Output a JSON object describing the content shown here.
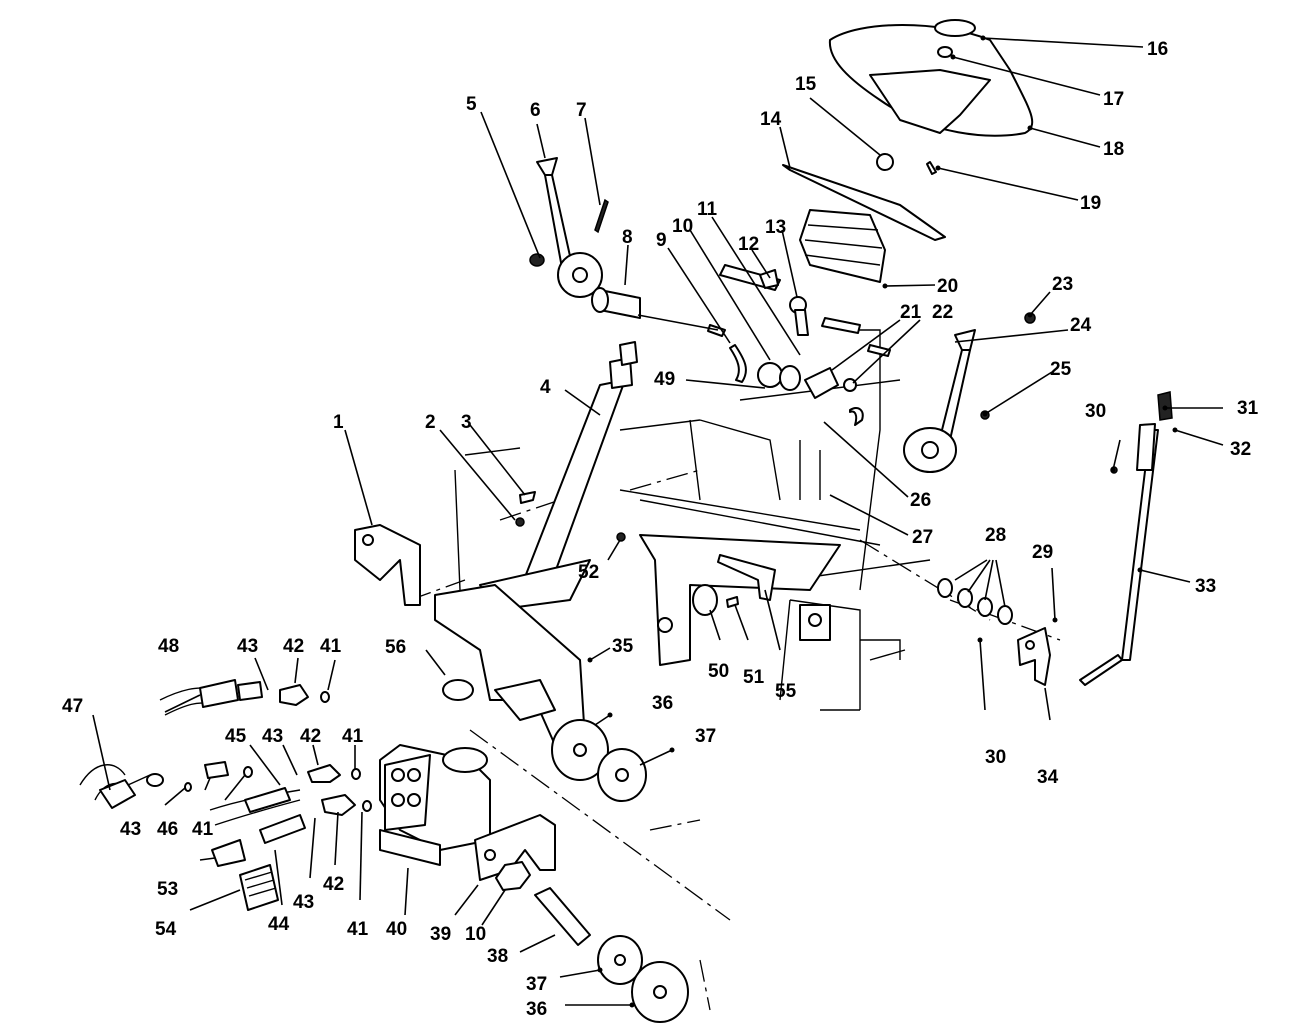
{
  "labels": [
    "1",
    "2",
    "3",
    "4",
    "5",
    "6",
    "7",
    "8",
    "9",
    "10",
    "11",
    "12",
    "13",
    "14",
    "15",
    "16",
    "17",
    "18",
    "19",
    "20",
    "21",
    "22",
    "23",
    "24",
    "25",
    "26",
    "27",
    "28",
    "29",
    "30",
    "31",
    "32",
    "33",
    "34",
    "35",
    "36",
    "37",
    "38",
    "39",
    "40",
    "41",
    "42",
    "43",
    "44",
    "45",
    "46",
    "47",
    "48",
    "49",
    "50",
    "51",
    "52",
    "53",
    "54",
    "55",
    "56"
  ],
  "colors": {
    "ink": "#000000",
    "paper": "#ffffff"
  }
}
